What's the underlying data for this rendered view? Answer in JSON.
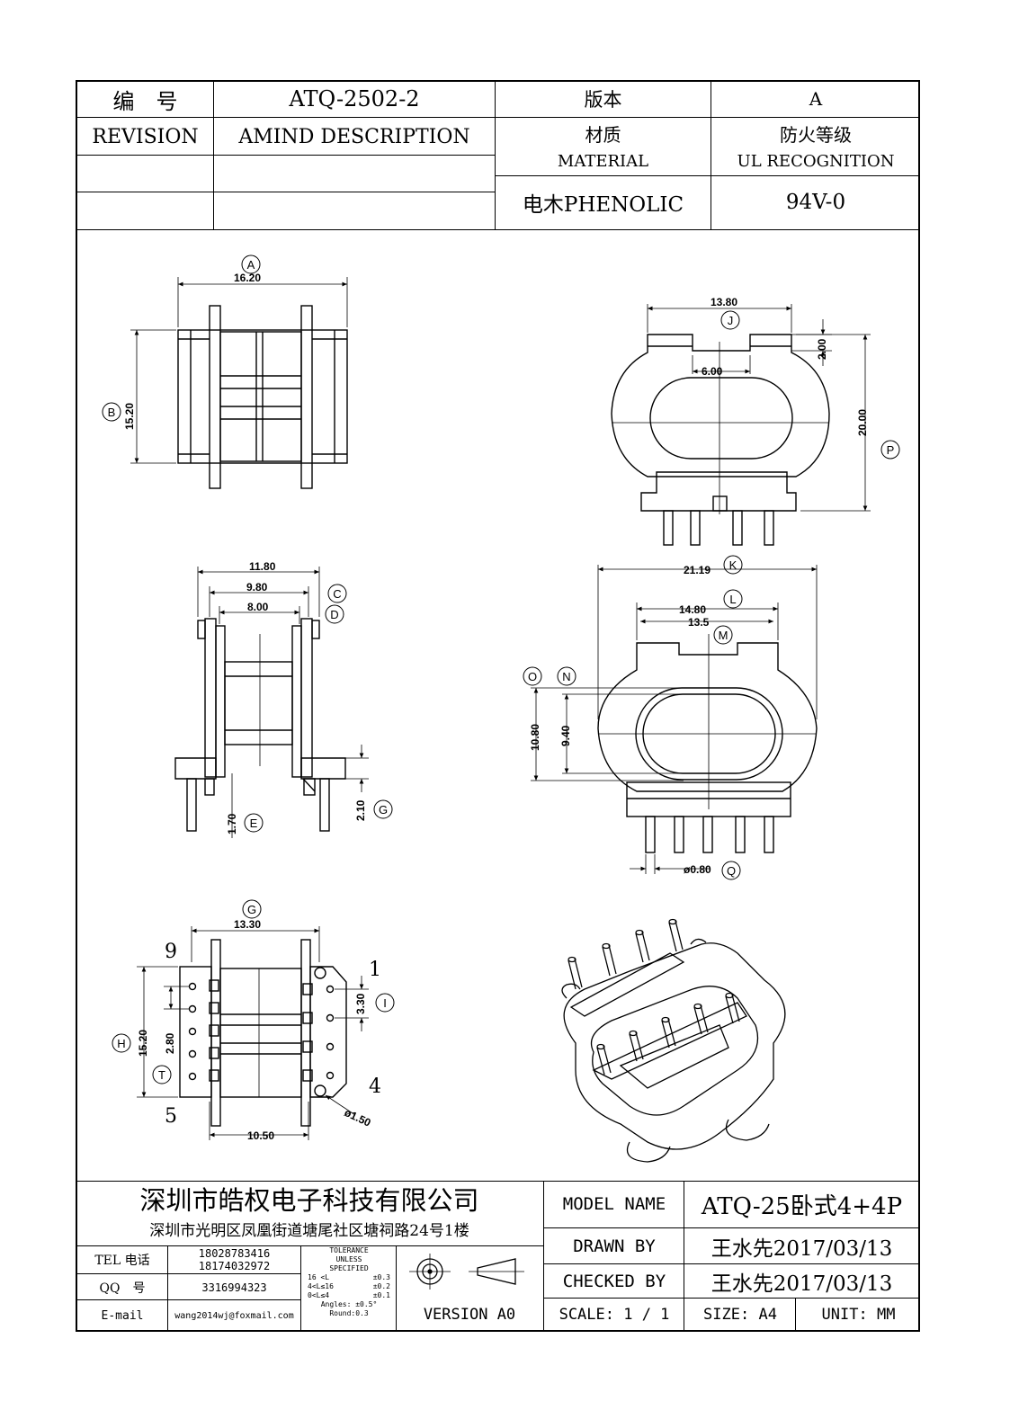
{
  "header": {
    "code_label": "编　号",
    "code_value": "ATQ-2502-2",
    "version_label": "版本",
    "version_value": "A",
    "revision_label": "REVISION",
    "amind_label": "AMIND DESCRIPTION",
    "material_label_cn": "材质",
    "material_label_en": "MATERIAL",
    "fire_label_cn": "防火等级",
    "fire_label_en": "UL RECOGNITION",
    "material_value": "电木PHENOLIC",
    "fire_value": "94V-0"
  },
  "drawing": {
    "top_left": {
      "dim_a": "16.20",
      "dim_b": "15.20",
      "tag_a": "A",
      "tag_b": "B"
    },
    "top_right": {
      "dim_width": "13.80",
      "dim_slot": "6.00",
      "dim_tab": "2.00",
      "dim_height": "20.00",
      "tag_j": "J",
      "tag_p": "P"
    },
    "mid_left": {
      "dim_c": "11.80",
      "dim_d": "9.80",
      "dim_e": "8.00",
      "dim_f": "1.70",
      "dim_g": "2.10",
      "tag_c": "C",
      "tag_d": "D",
      "tag_e": "E",
      "tag_g": "G"
    },
    "mid_right": {
      "dim_k": "21.19",
      "dim_l": "14.80",
      "dim_m": "13.5",
      "dim_o": "10.80",
      "dim_n": "9.40",
      "dim_q": "ø0.80",
      "tag_k": "K",
      "tag_l": "L",
      "tag_m": "M",
      "tag_o": "O",
      "tag_n": "N",
      "tag_q": "Q"
    },
    "bottom_left": {
      "dim_top": "13.30",
      "dim_h": "15.20",
      "dim_t": "2.80",
      "dim_i": "3.30",
      "dim_bottom": "10.50",
      "dim_hole": "ø1.50",
      "tag_g": "G",
      "tag_h": "H",
      "tag_t": "T",
      "tag_i": "I",
      "pin_9": "9",
      "pin_5": "5",
      "pin_1": "1",
      "pin_4": "4"
    }
  },
  "footer": {
    "company": "深圳市皓权电子科技有限公司",
    "address": "深圳市光明区凤凰街道塘尾社区塘祠路24号1楼",
    "tel_label": "TEL 电话",
    "tel_1": "18028783416",
    "tel_2": "18174032972",
    "qq_label": "QQ　号",
    "qq_value": "3316994323",
    "email_label": "E-mail",
    "email_value": "wang2014wj@foxmail.com",
    "tolerance_title": "TOLERANCE",
    "tolerance_sub1": "UNLESS",
    "tolerance_sub2": "SPECIFIED",
    "tol_1_range": "16 <L",
    "tol_1_value": "±0.3",
    "tol_2_range": "4<L≤16",
    "tol_2_value": "±0.2",
    "tol_3_range": "0<L≤4",
    "tol_3_value": "±0.1",
    "tol_angles": "Angles: ±0.5°",
    "tol_round": "Round:0.3",
    "version_label": "VERSION A0",
    "model_label": "MODEL NAME",
    "model_value": "ATQ-25卧式4+4P",
    "drawn_label": "DRAWN BY",
    "drawn_value": "王水先2017/03/13",
    "checked_label": "CHECKED BY",
    "checked_value": "王水先2017/03/13",
    "scale_label": "SCALE: 1 / 1",
    "size_label": "SIZE: A4",
    "unit_label": "UNIT: MM"
  }
}
